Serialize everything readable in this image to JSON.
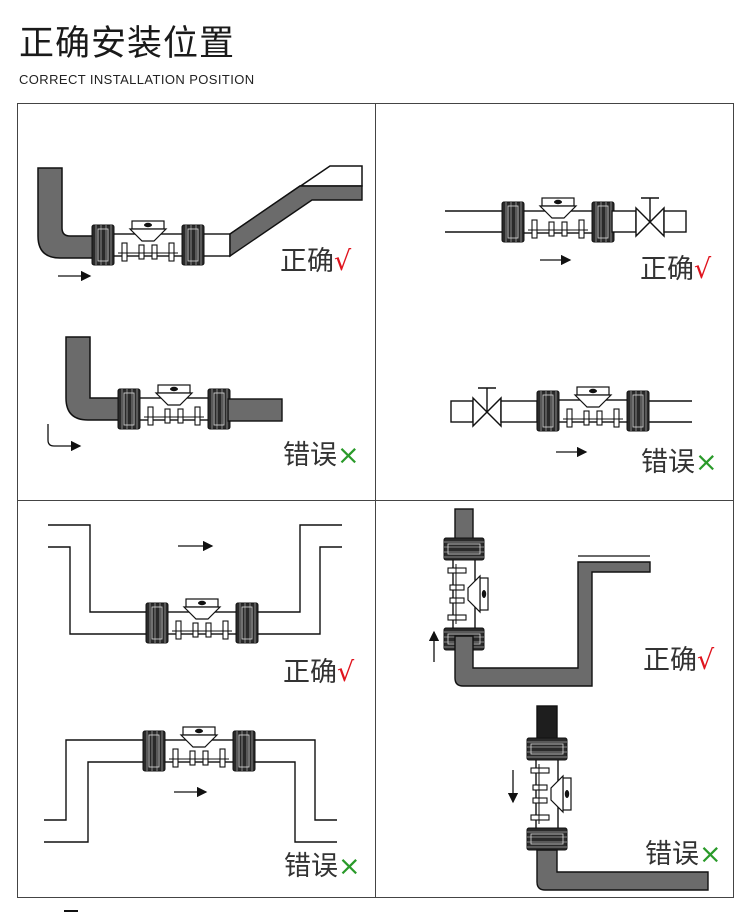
{
  "header": {
    "title": "正确安装位置",
    "subtitle": "CORRECT INSTALLATION POSITION"
  },
  "labels": {
    "correct_text": "正确",
    "correct_mark": "√",
    "wrong_text": "错误",
    "wrong_mark": "×"
  },
  "colors": {
    "pipe_gray": "#6b6b6b",
    "pipe_dark": "#1e1e1e",
    "correct_mark": "#e0141e",
    "wrong_mark": "#2a9a2a",
    "border": "#444444"
  },
  "panels": [
    {
      "id": "top-left-upper",
      "verdict": "correct"
    },
    {
      "id": "top-left-lower",
      "verdict": "wrong"
    },
    {
      "id": "top-right-upper",
      "verdict": "correct"
    },
    {
      "id": "top-right-lower",
      "verdict": "wrong"
    },
    {
      "id": "bottom-left-upper",
      "verdict": "correct"
    },
    {
      "id": "bottom-left-lower",
      "verdict": "wrong"
    },
    {
      "id": "bottom-right-upper",
      "verdict": "correct"
    },
    {
      "id": "bottom-right-lower",
      "verdict": "wrong"
    }
  ]
}
